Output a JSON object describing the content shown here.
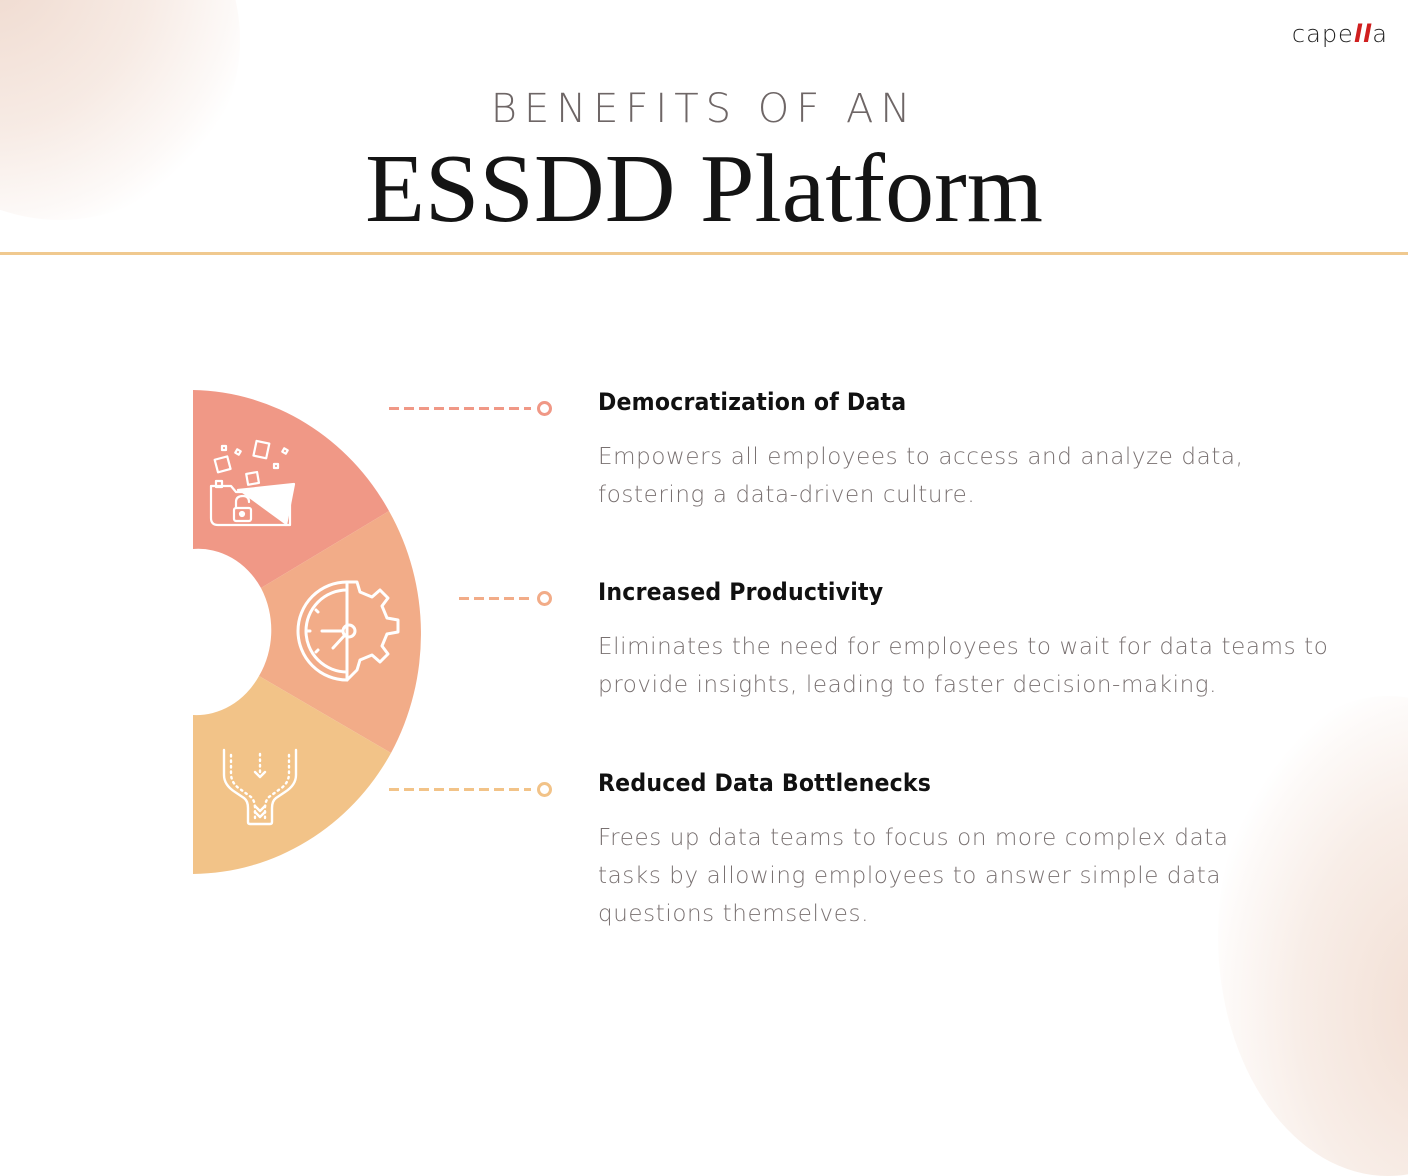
{
  "brand": {
    "logo_prefix": "cape",
    "logo_accent": "ll",
    "logo_suffix": "a",
    "accent_color": "#d01f1f"
  },
  "header": {
    "subtitle": "BENEFITS OF AN",
    "title": "ESSDD Platform",
    "divider_color": "#f0c98f"
  },
  "diagram": {
    "type": "half-donut fan",
    "segments": [
      {
        "name": "democratization",
        "color": "#f09886",
        "icon": "folder-unlock-icon"
      },
      {
        "name": "productivity",
        "color": "#f2ac88",
        "icon": "clock-gear-icon"
      },
      {
        "name": "bottlenecks",
        "color": "#f2c388",
        "icon": "funnel-flow-icon"
      }
    ]
  },
  "benefits": [
    {
      "title": "Democratization of Data",
      "description": "Empowers all employees to access and analyze data, fostering a data-driven culture.",
      "connector_color": "#f09886"
    },
    {
      "title": "Increased Productivity",
      "description": "Eliminates the need for employees to wait for data teams to provide insights, leading to faster decision-making.",
      "connector_color": "#f2ac88"
    },
    {
      "title": "Reduced Data Bottlenecks",
      "description": "Frees up data teams to focus on more complex data tasks by allowing employees to answer simple data questions themselves.",
      "connector_color": "#f2c388"
    }
  ]
}
